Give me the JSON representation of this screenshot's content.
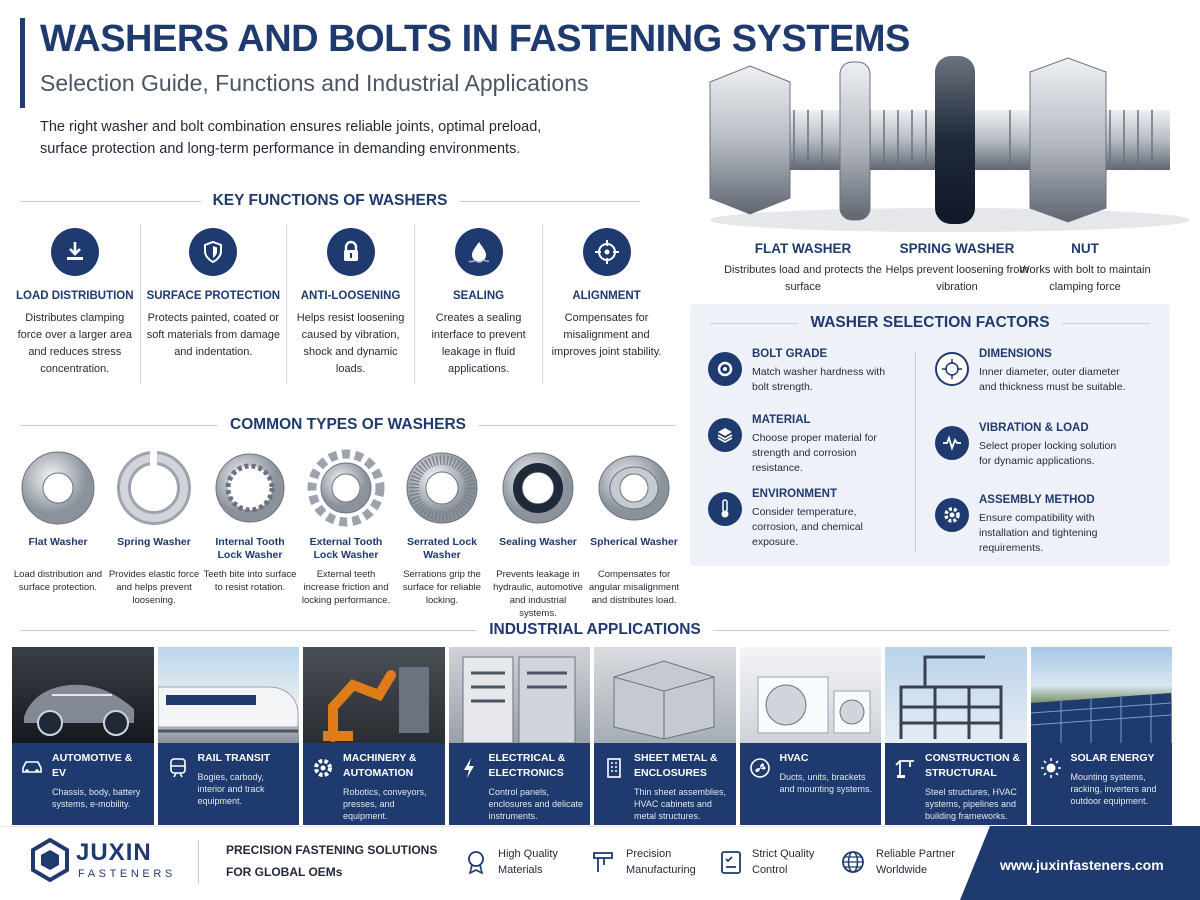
{
  "header": {
    "title": "WASHERS AND BOLTS IN FASTENING SYSTEMS",
    "subtitle": "Selection Guide, Functions and Industrial Applications",
    "intro": "The right washer and bolt combination ensures reliable joints, optimal preload, surface protection and long-term performance in demanding environments."
  },
  "key_functions": {
    "heading": "KEY FUNCTIONS OF WASHERS",
    "items": [
      {
        "title": "LOAD DISTRIBUTION",
        "desc": "Distributes clamping force over a larger area and reduces stress concentration.",
        "icon": "load-distribution-icon"
      },
      {
        "title": "SURFACE PROTECTION",
        "desc": "Protects painted, coated or soft materials from damage and indentation.",
        "icon": "shield-icon"
      },
      {
        "title": "ANTI-LOOSENING",
        "desc": "Helps resist loosening caused by vibration, shock and dynamic loads.",
        "icon": "lock-icon"
      },
      {
        "title": "SEALING",
        "desc": "Creates a sealing interface to prevent leakage in fluid applications.",
        "icon": "water-drop-icon"
      },
      {
        "title": "ALIGNMENT",
        "desc": "Compensates for misalignment and improves joint stability.",
        "icon": "crosshair-icon"
      }
    ]
  },
  "washer_types": {
    "heading": "COMMON TYPES OF WASHERS",
    "items": [
      {
        "title": "Flat Washer",
        "desc": "Load distribution and surface protection."
      },
      {
        "title": "Spring Washer",
        "desc": "Provides elastic force and helps prevent loosening."
      },
      {
        "title": "Internal Tooth Lock Washer",
        "desc": "Teeth bite into surface to resist rotation."
      },
      {
        "title": "External Tooth Lock Washer",
        "desc": "External teeth increase friction and locking performance."
      },
      {
        "title": "Serrated Lock Washer",
        "desc": "Serrations grip the surface for reliable locking."
      },
      {
        "title": "Sealing Washer",
        "desc": "Prevents leakage in hydraulic, automotive and industrial systems."
      },
      {
        "title": "Spherical Washer",
        "desc": "Compensates for angular misalignment and distributes load."
      }
    ]
  },
  "assembly": {
    "labels": [
      {
        "title": "FLAT WASHER",
        "desc": "Distributes load and protects the surface"
      },
      {
        "title": "SPRING WASHER",
        "desc": "Helps prevent loosening from vibration"
      },
      {
        "title": "NUT",
        "desc": "Works with bolt to maintain clamping force"
      }
    ]
  },
  "selection": {
    "heading": "WASHER SELECTION FACTORS",
    "items": [
      {
        "title": "BOLT GRADE",
        "desc": "Match washer hardness with bolt strength.",
        "icon": "bolt-grade-icon"
      },
      {
        "title": "DIMENSIONS",
        "desc": "Inner diameter, outer diameter and thickness must be suitable.",
        "icon": "dimensions-icon"
      },
      {
        "title": "MATERIAL",
        "desc": "Choose proper material for strength and corrosion resistance.",
        "icon": "layers-icon"
      },
      {
        "title": "VIBRATION & LOAD",
        "desc": "Select proper locking solution for dynamic applications.",
        "icon": "pulse-icon"
      },
      {
        "title": "ENVIRONMENT",
        "desc": "Consider temperature, corrosion, and chemical exposure.",
        "icon": "thermometer-icon"
      },
      {
        "title": "ASSEMBLY METHOD",
        "desc": "Ensure compatibility with installation and tightening requirements.",
        "icon": "gear-icon"
      }
    ]
  },
  "applications": {
    "heading": "INDUSTRIAL APPLICATIONS",
    "items": [
      {
        "title": "AUTOMOTIVE & EV",
        "desc": "Chassis, body, battery systems, e-mobility.",
        "icon": "car-icon"
      },
      {
        "title": "RAIL TRANSIT",
        "desc": "Bogies, carbody, interior and track equipment.",
        "icon": "train-icon"
      },
      {
        "title": "MACHINERY & AUTOMATION",
        "desc": "Robotics, conveyors, presses, and equipment.",
        "icon": "gear-icon"
      },
      {
        "title": "ELECTRICAL & ELECTRONICS",
        "desc": "Control panels, enclosures and delicate instruments.",
        "icon": "lightning-icon"
      },
      {
        "title": "SHEET METAL & ENCLOSURES",
        "desc": "Thin sheet assemblies, HVAC cabinets and metal structures.",
        "icon": "building-icon"
      },
      {
        "title": "HVAC",
        "desc": "Ducts, units, brackets and mounting systems.",
        "icon": "fan-icon"
      },
      {
        "title": "CONSTRUCTION & STRUCTURAL",
        "desc": "Steel structures, HVAC systems, pipelines and building frameworks.",
        "icon": "crane-icon"
      },
      {
        "title": "SOLAR ENERGY",
        "desc": "Mounting systems, racking, inverters and outdoor equipment.",
        "icon": "sun-icon"
      }
    ]
  },
  "footer": {
    "brand": "JUXIN",
    "brand_sub": "FASTENERS",
    "tagline_1": "PRECISION FASTENING SOLUTIONS",
    "tagline_2": "FOR GLOBAL OEMs",
    "badges": [
      {
        "text": "High Quality Materials",
        "icon": "quality-icon"
      },
      {
        "text": "Precision Manufacturing",
        "icon": "caliper-icon"
      },
      {
        "text": "Strict Quality Control",
        "icon": "checklist-icon"
      },
      {
        "text": "Reliable Partner Worldwide",
        "icon": "globe-icon"
      }
    ],
    "website": "www.juxinfasteners.com"
  },
  "colors": {
    "primary": "#1e3a6e",
    "panel": "#eef2f8",
    "text": "#1f2937"
  }
}
